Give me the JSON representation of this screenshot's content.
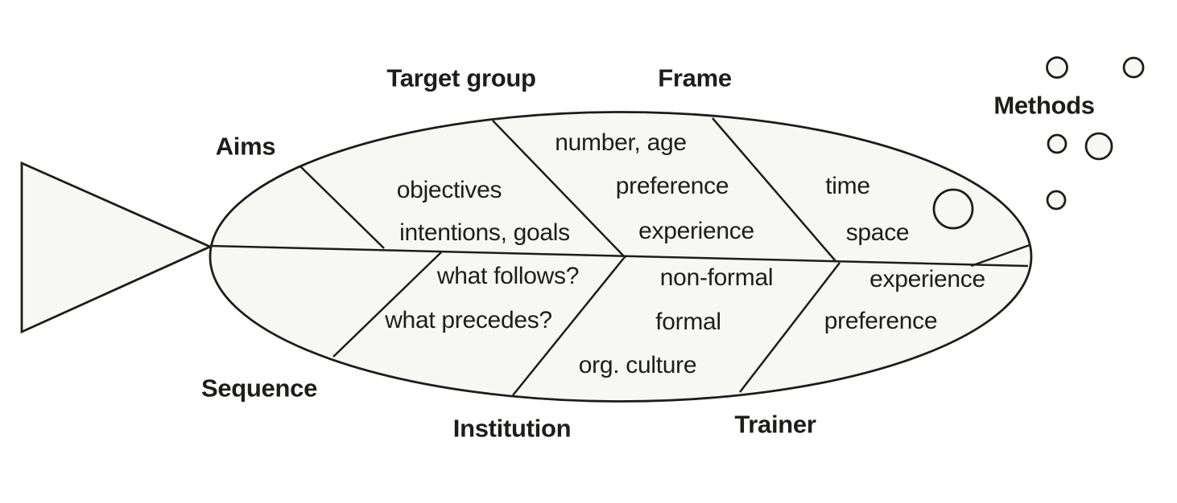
{
  "canvas": {
    "background": "#ffffff",
    "stroke_color": "#1d1d1b",
    "body_fill_color": "#f7f7f4",
    "text_color": "#1d1d1b"
  },
  "labels": {
    "aims": "Aims",
    "target_group": "Target group",
    "frame": "Frame",
    "methods": "Methods",
    "sequence": "Sequence",
    "institution": "Institution",
    "trainer": "Trainer"
  },
  "segments": {
    "aims": {
      "line1": "objectives",
      "line2": "intentions, goals"
    },
    "target_group": {
      "line1": "number, age",
      "line2": "preference",
      "line3": "experience"
    },
    "frame": {
      "line1": "time",
      "line2": "space"
    },
    "sequence": {
      "line1": "what follows?",
      "line2": "what precedes?"
    },
    "institution": {
      "line1": "non-formal",
      "line2": "formal",
      "line3": "org. culture"
    },
    "trainer": {
      "line1": "experience",
      "line2": "preference"
    }
  }
}
